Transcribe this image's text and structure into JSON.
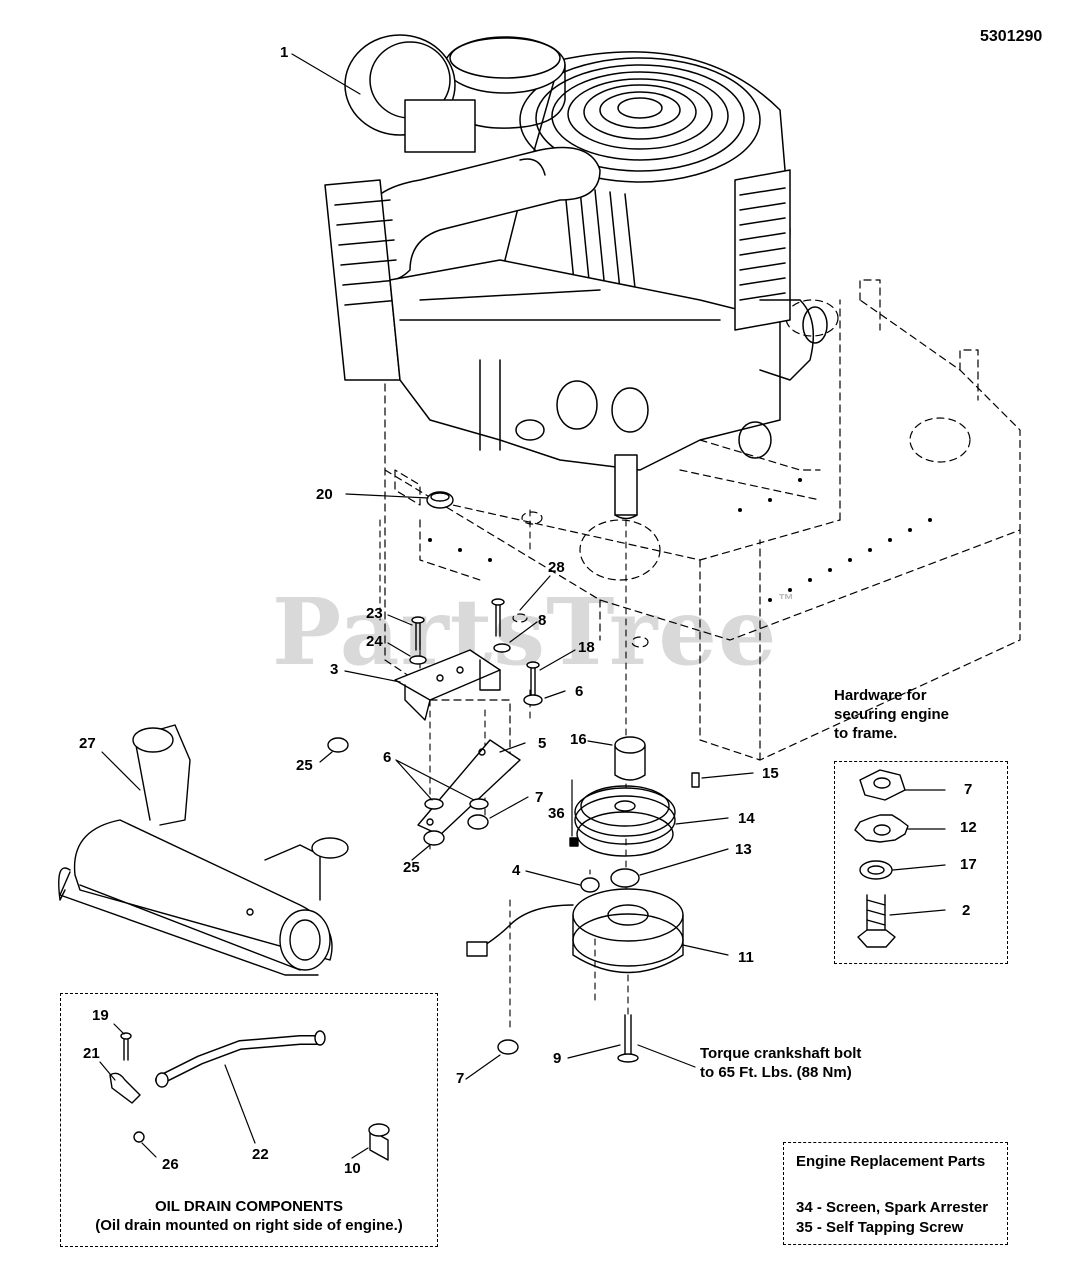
{
  "diagram_number": "5301290",
  "watermark": {
    "text": "PartsTree",
    "trademark": "™"
  },
  "callouts": {
    "c1": "1",
    "c2": "2",
    "c3": "3",
    "c4": "4",
    "c5": "5",
    "c6a": "6",
    "c6b": "6",
    "c7a": "7",
    "c7b": "7",
    "c7c": "7",
    "c8": "8",
    "c9": "9",
    "c10": "10",
    "c11": "11",
    "c12": "12",
    "c13": "13",
    "c14": "14",
    "c15": "15",
    "c16": "16",
    "c17": "17",
    "c18": "18",
    "c19": "19",
    "c20": "20",
    "c21": "21",
    "c22": "22",
    "c23": "23",
    "c24": "24",
    "c25a": "25",
    "c25b": "25",
    "c26": "26",
    "c27": "27",
    "c28": "28",
    "c36": "36"
  },
  "hardware_note": {
    "line1": "Hardware for",
    "line2": "securing engine",
    "line3": "to frame."
  },
  "torque_note": {
    "line1": "Torque crankshaft bolt",
    "line2": "to 65 Ft. Lbs. (88 Nm)"
  },
  "oil_drain": {
    "title": "OIL DRAIN COMPONENTS",
    "subtitle": "(Oil drain mounted on right side of engine.)"
  },
  "replacement_parts": {
    "title": "Engine Replacement Parts",
    "items": [
      "34 - Screen, Spark Arrester",
      "35 - Self Tapping Screw"
    ]
  }
}
